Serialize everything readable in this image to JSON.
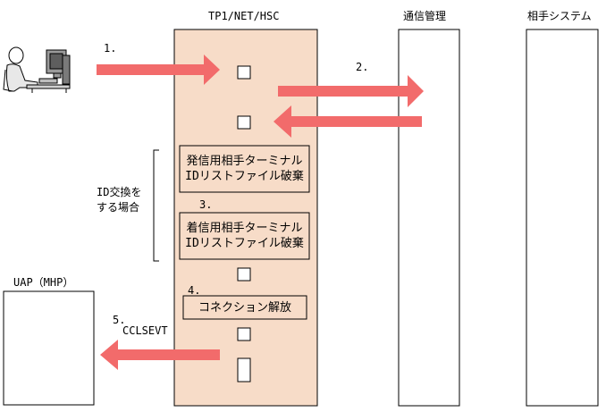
{
  "columns": {
    "hsc": "TP1/NET/HSC",
    "comm": "通信管理",
    "partner": "相手システム"
  },
  "steps": {
    "s1": "1.",
    "s2": "2.",
    "s3": "3.",
    "s4": "4.",
    "s5": "5."
  },
  "boxes": {
    "outgoing_line1": "発信用相手ターミナル",
    "outgoing_line2": "IDリストファイル破棄",
    "incoming_line1": "着信用相手ターミナル",
    "incoming_line2": "IDリストファイル破棄",
    "connection_release": "コネクション解放"
  },
  "bracket_label": {
    "line1": "ID交換を",
    "line2": "する場合"
  },
  "uap": {
    "label": "UAP（MHP）",
    "event": "CCLSEVT"
  },
  "colors": {
    "hsc_fill": "#f7dcc8",
    "arrow": "#f26b6b",
    "border": "#000000"
  },
  "icons": {
    "operator": "person-at-computer-icon"
  }
}
